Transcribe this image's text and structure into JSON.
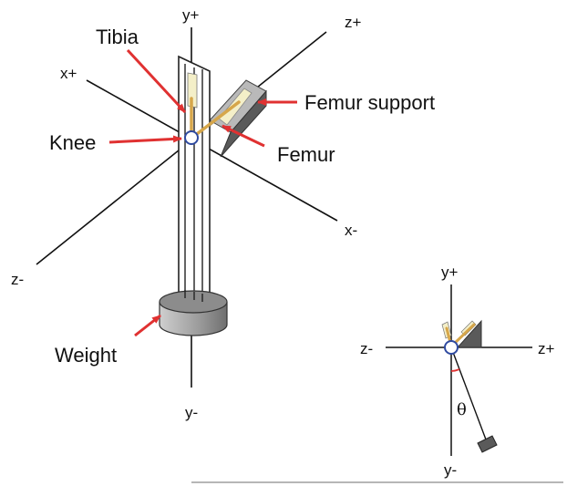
{
  "diagram": {
    "main": {
      "axes": {
        "y_plus": "y+",
        "y_minus": "y-",
        "x_plus": "x+",
        "x_minus": "x-",
        "z_plus": "z+",
        "z_minus": "z-"
      },
      "callouts": {
        "tibia": "Tibia",
        "knee": "Knee",
        "femur": "Femur",
        "femur_support": "Femur support",
        "weight": "Weight"
      }
    },
    "inset": {
      "axes": {
        "y_plus": "y+",
        "y_minus": "y-",
        "z_plus": "z+",
        "z_minus": "z-"
      },
      "angle_symbol": "θ"
    }
  },
  "colors": {
    "arrow": "#e03131",
    "bone": "#d6a64a",
    "pad": "#f4efc8",
    "support_dark": "#5a5a5a",
    "support_light": "#b9b9b9",
    "weight": "#8c8c8c",
    "angle_mark": "#e03131",
    "knee_ring": "#2f4aa0"
  }
}
